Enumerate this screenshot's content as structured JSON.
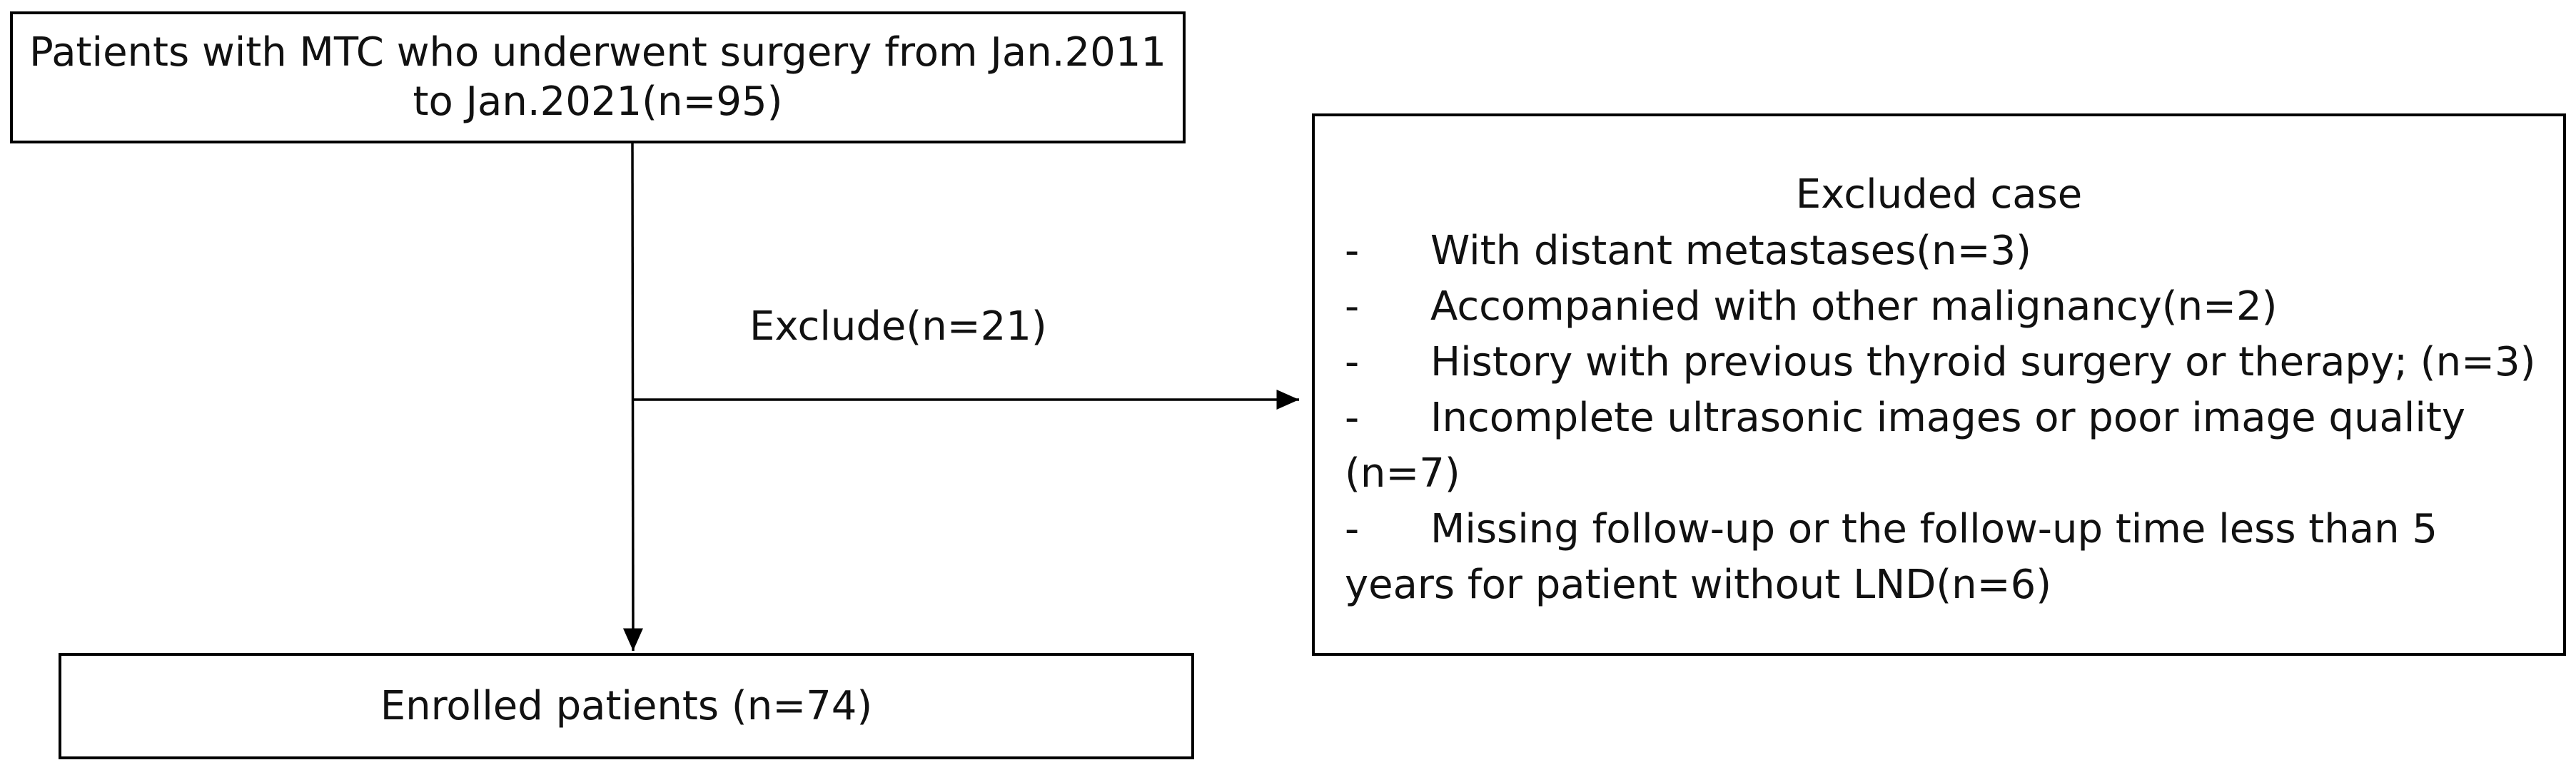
{
  "diagram": {
    "top_box": {
      "line1": "Patients with MTC who underwent surgery from Jan.2011",
      "line2": "to Jan.2021(n=95)"
    },
    "exclude_label": "Exclude(n=21)",
    "excluded_box": {
      "title": "Excluded case",
      "bullet": "-",
      "items": [
        "With distant metastases(n=3)",
        "Accompanied with other malignancy(n=2)",
        "History with previous thyroid surgery or therapy; (n=3)",
        "Incomplete ultrasonic images or poor image quality (n=7)",
        "Missing follow-up or the follow-up time less than 5 years for patient without LND(n=6)"
      ]
    },
    "bottom_box": {
      "label": "Enrolled patients (n=74)"
    }
  }
}
